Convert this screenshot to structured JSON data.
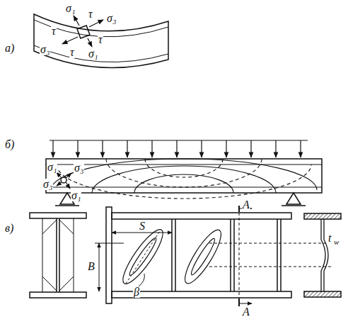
{
  "diagram": {
    "labels": [
      "а)",
      "σ₁",
      "τ",
      "σ₃",
      "τ",
      "τ",
      "σ₃",
      "τ",
      "σ₁",
      "б)",
      "σ₁",
      "σ₃",
      "σ₃",
      "σ₁",
      "в)",
      "S",
      "A",
      "B",
      "β",
      "A",
      "t",
      "w"
    ]
  }
}
